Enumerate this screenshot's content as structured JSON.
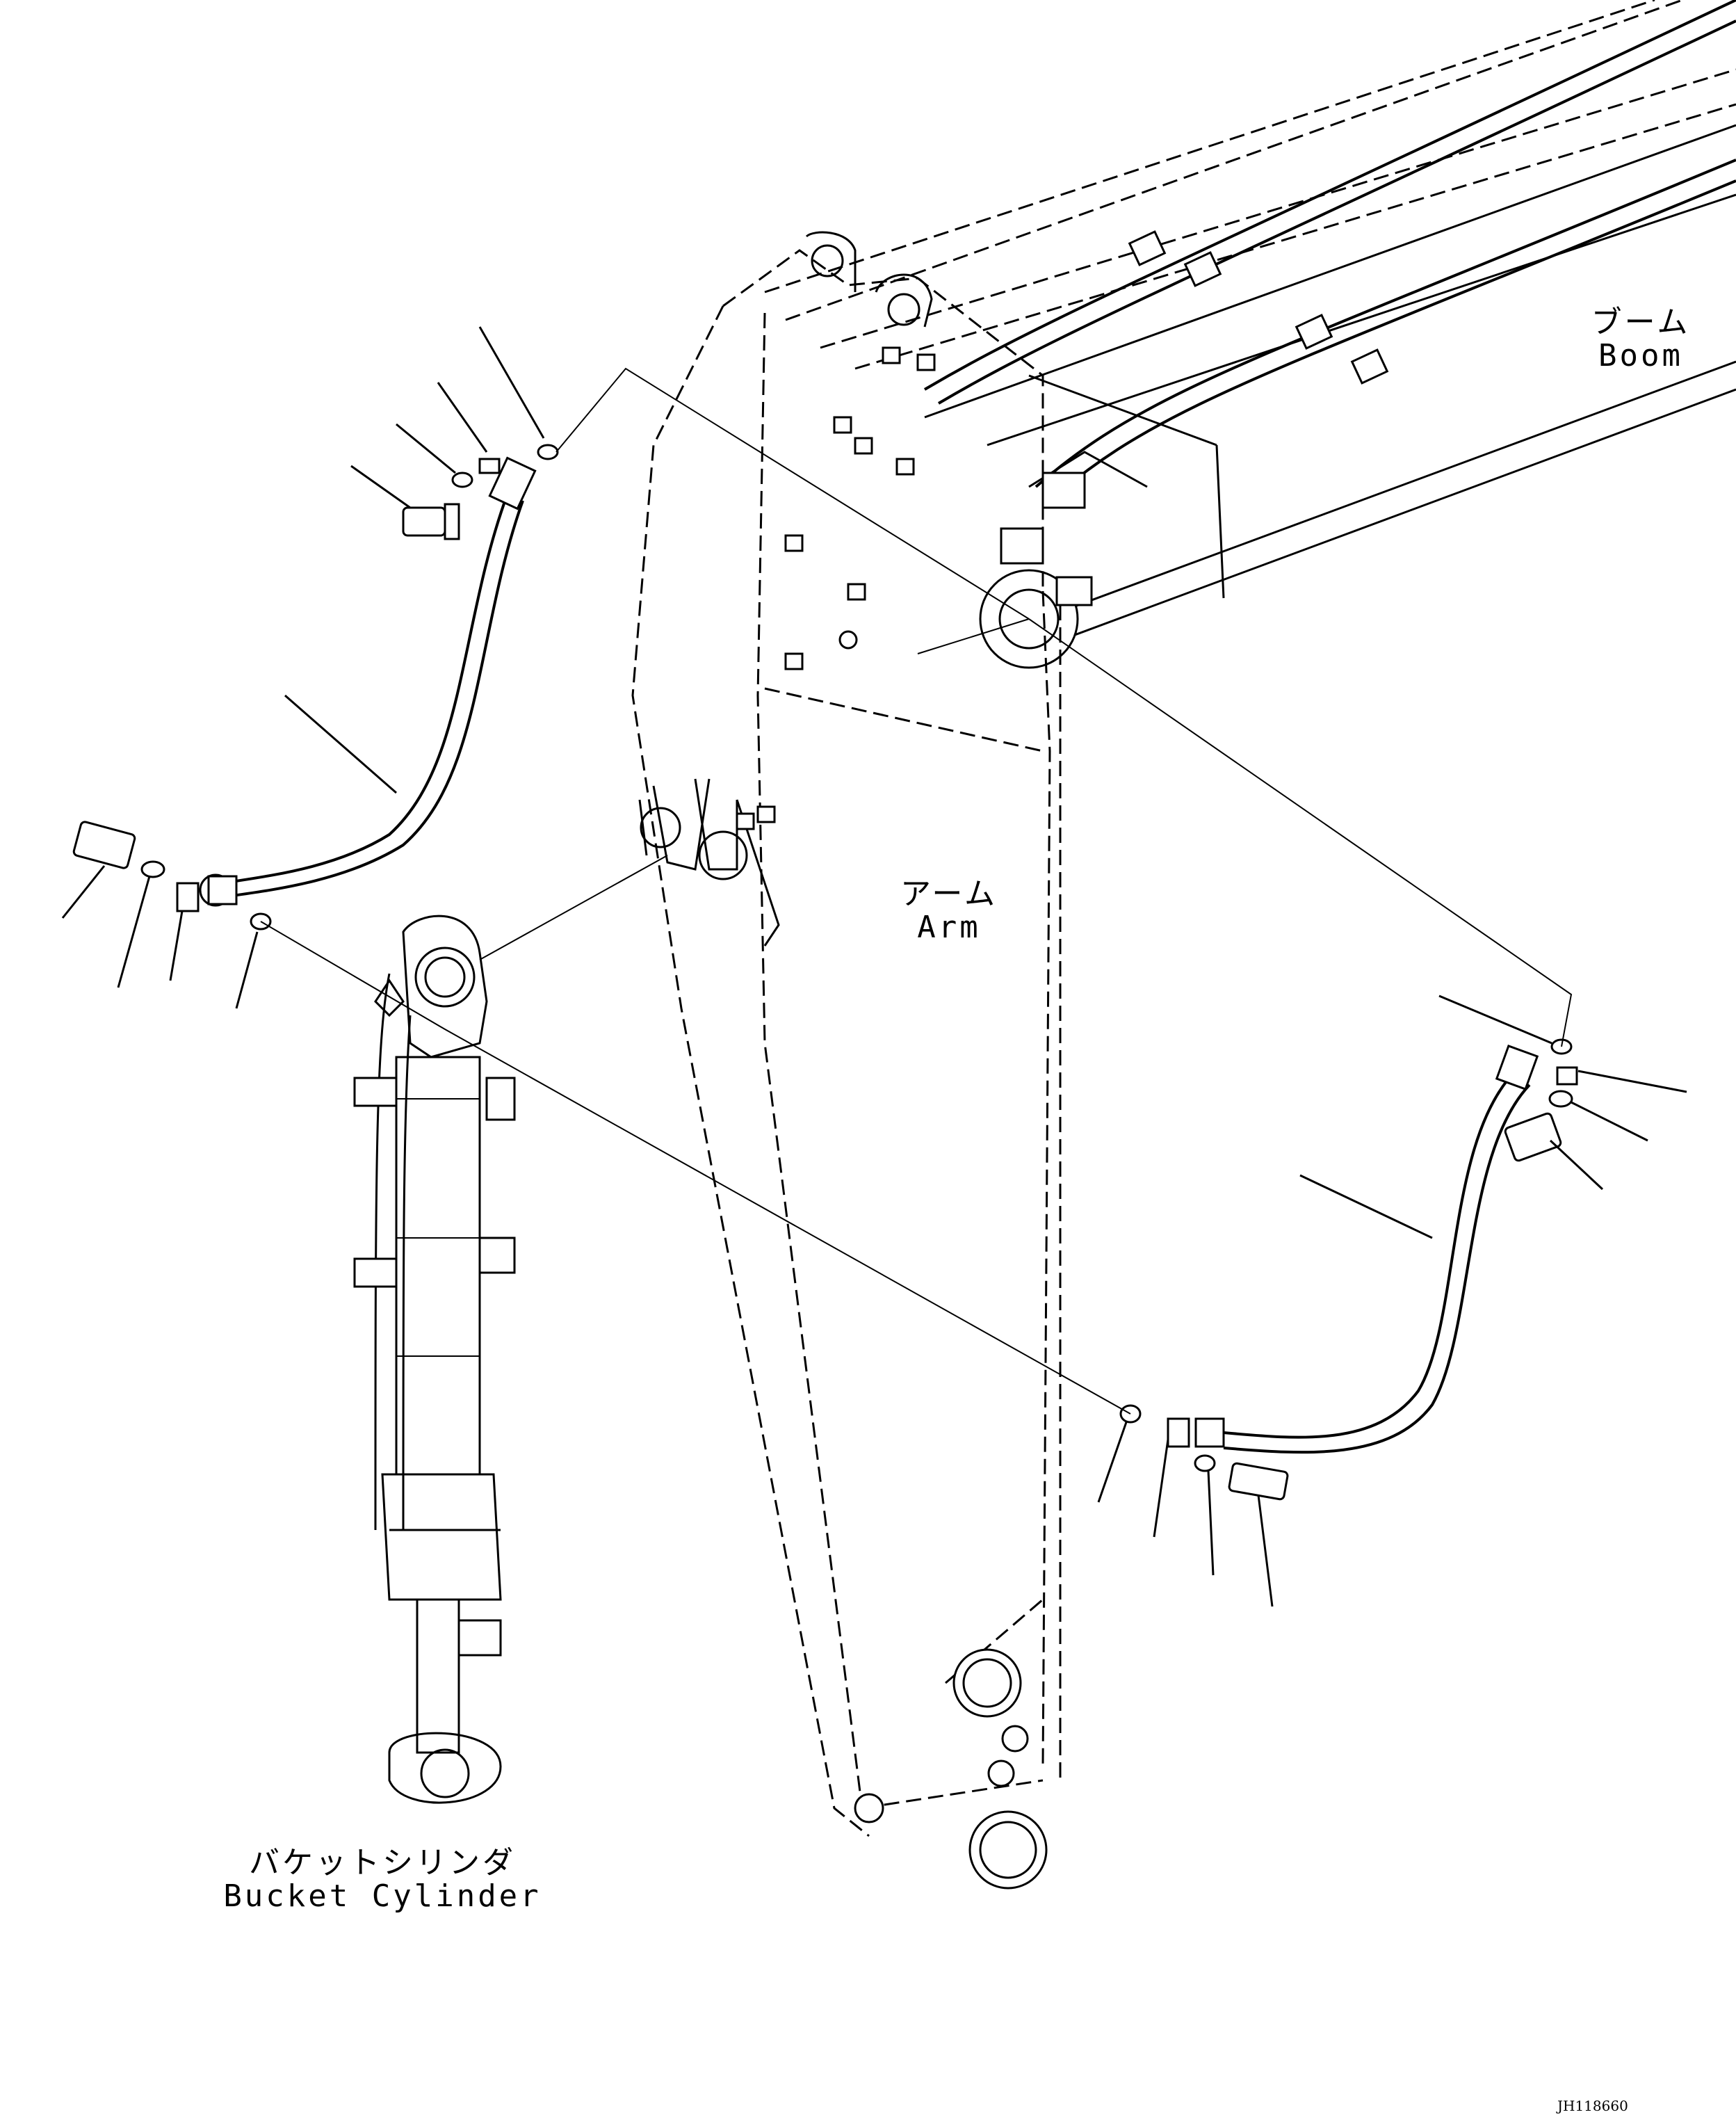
{
  "labels": {
    "boom": {
      "jp": "ブーム",
      "en": "Boom"
    },
    "arm": {
      "jp": "アーム",
      "en": "Arm"
    },
    "bucket_cylinder": {
      "jp": "バケットシリンダ",
      "en": "Bucket Cylinder"
    }
  },
  "drawing_code": "JH118660"
}
